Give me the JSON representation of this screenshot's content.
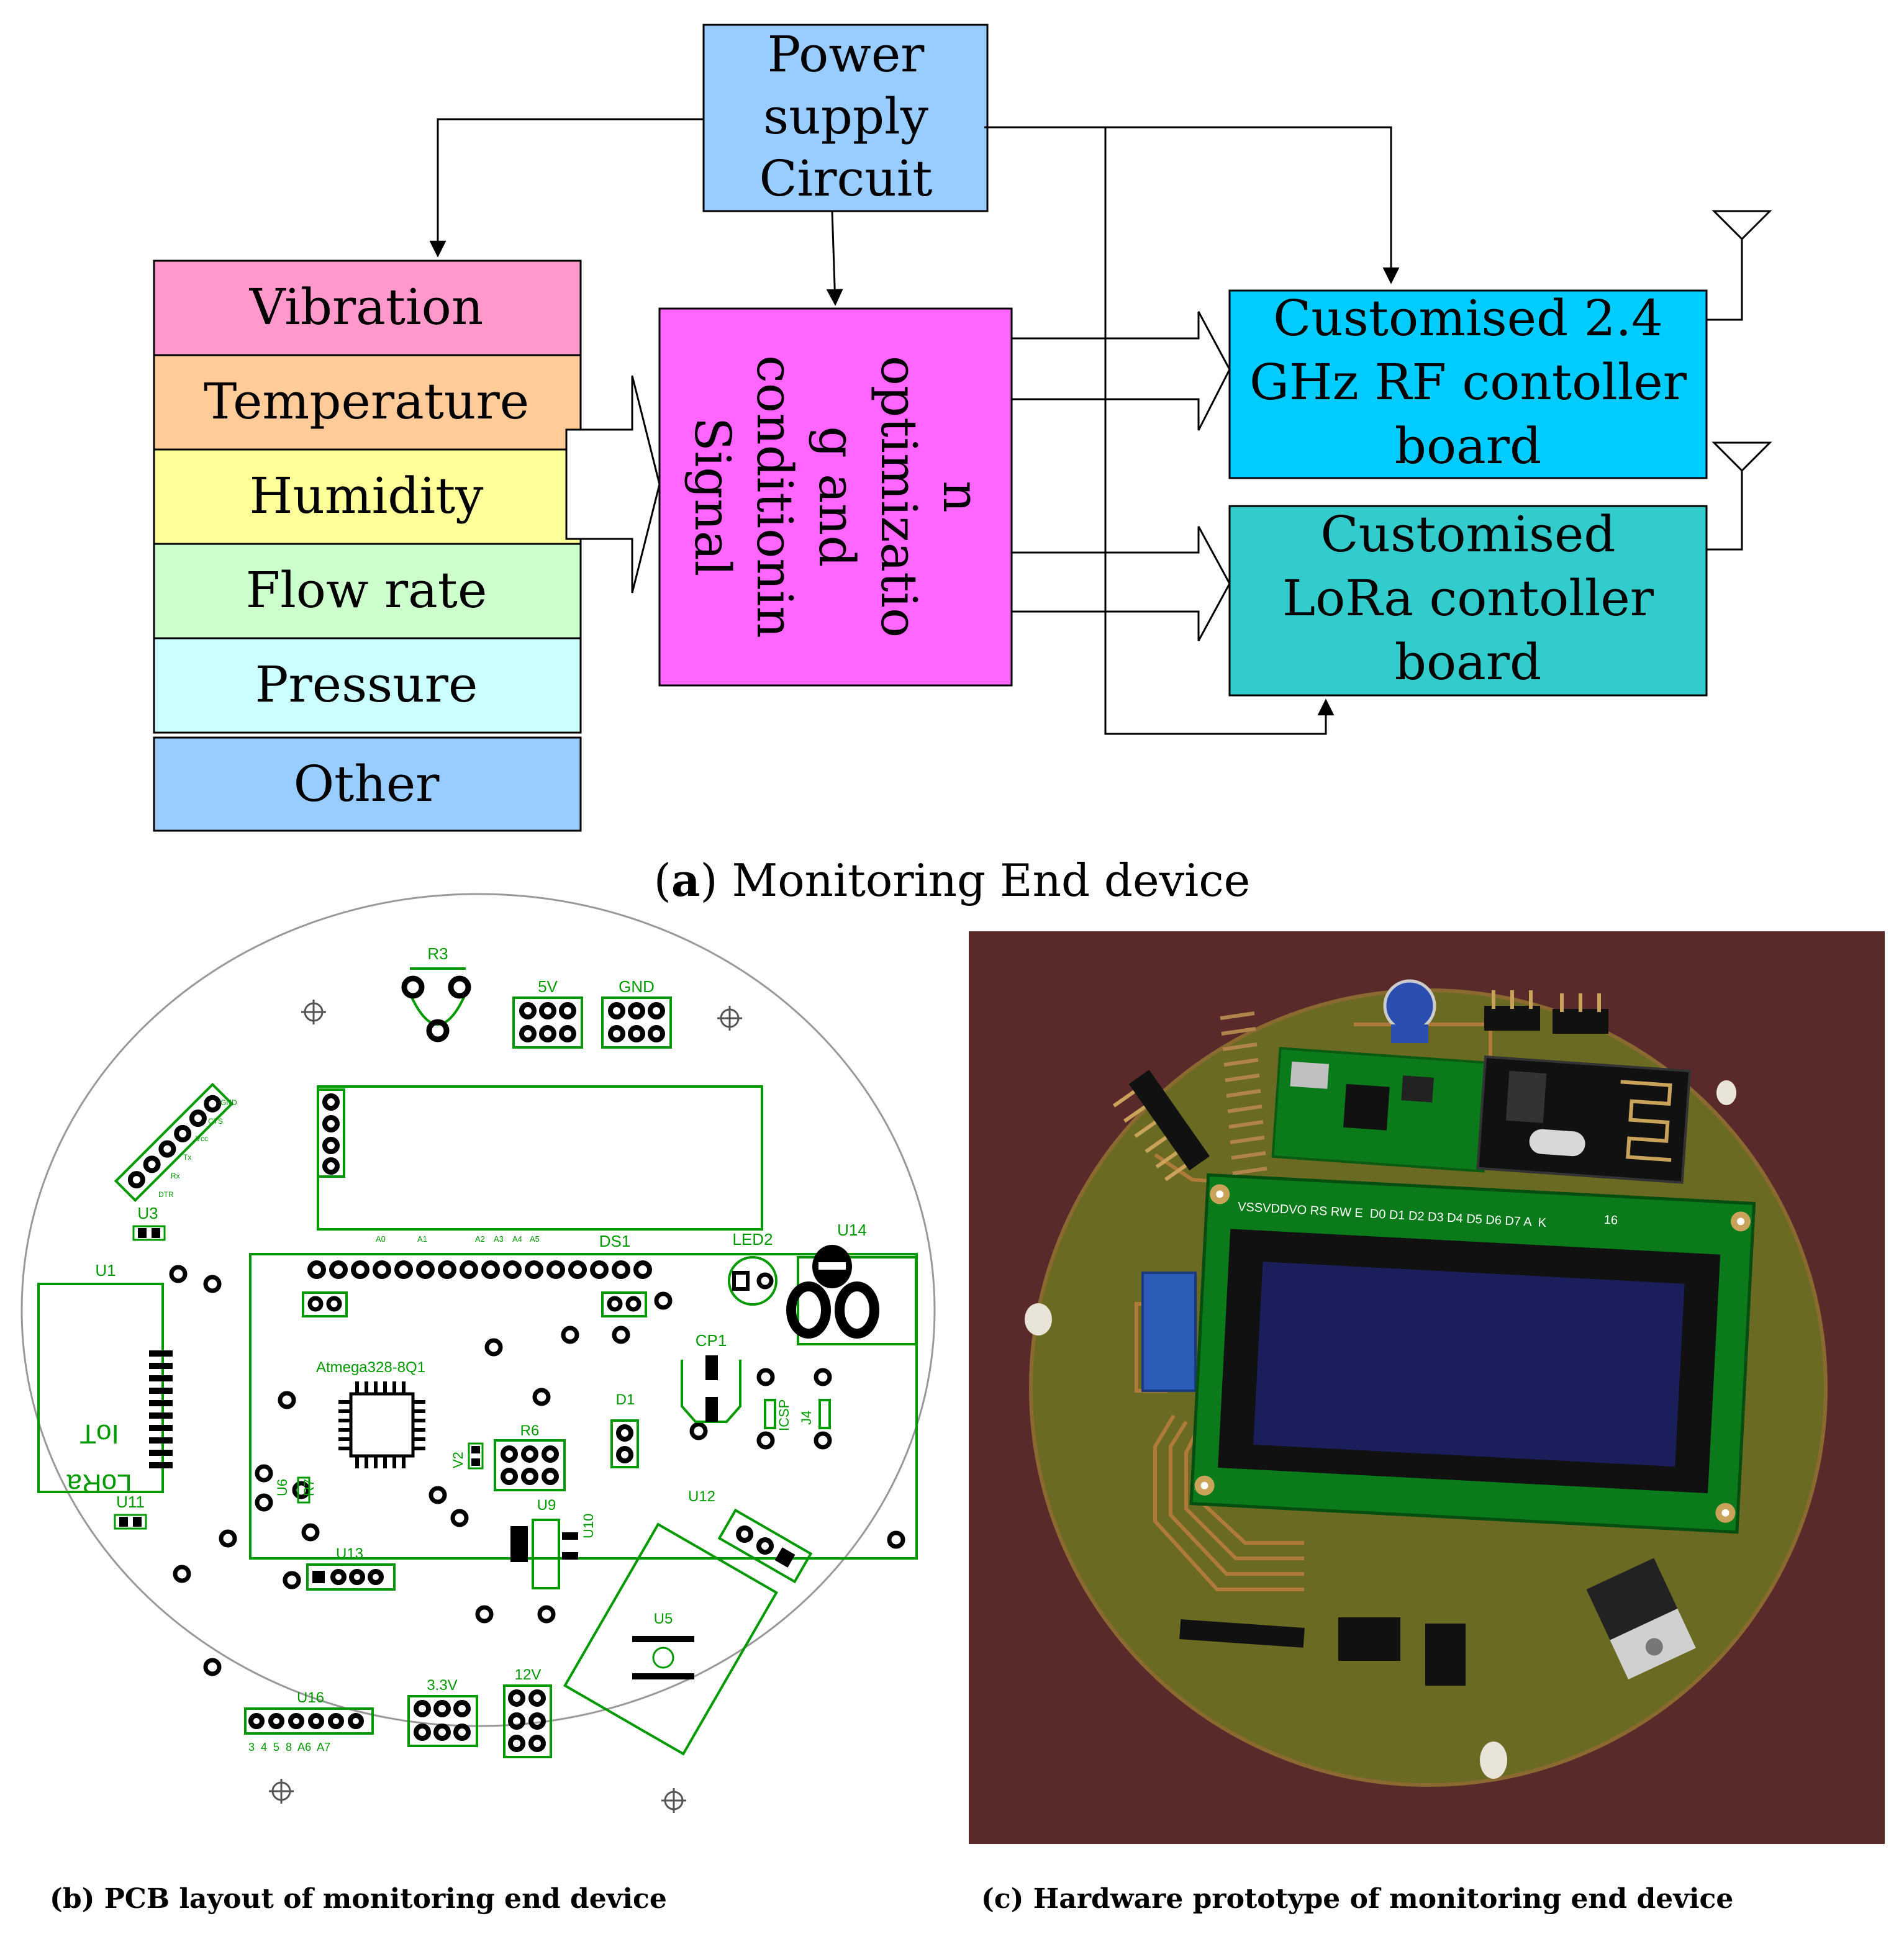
{
  "block_diagram": {
    "power_supply": [
      "Power",
      "supply",
      "Circuit"
    ],
    "sensors": [
      "Vibration",
      "Temperature",
      "Humidity",
      "Flow rate",
      "Pressure",
      "Other"
    ],
    "signal_conditioning": [
      "Signal",
      "conditionin",
      "g and",
      "optimizatio",
      "n"
    ],
    "rf_board": [
      "Customised 2.4",
      "GHz RF contoller",
      "board"
    ],
    "lora_board": [
      "Customised",
      "LoRa contoller",
      "board"
    ],
    "colors": {
      "power": "#99ccff",
      "vibration": "#ff99cc",
      "temperature": "#ffcc99",
      "humidity": "#ffff99",
      "flow_rate": "#ccffcc",
      "pressure": "#ccffff",
      "other": "#99ccff",
      "signal": "#ff66ff",
      "rf": "#00ccff",
      "lora": "#33cccc"
    }
  },
  "captions": {
    "a_letter": "a",
    "a_text": "Monitoring End device",
    "b": "(b) PCB layout of monitoring end device",
    "c": "(c) Hardware prototype of monitoring end device"
  },
  "pcb": {
    "labels": [
      "R3",
      "5V",
      "GND",
      "U3",
      "U1",
      "U11",
      "DS1",
      "LED2",
      "U14",
      "CP1",
      "Atmega328-8Q1",
      "ICSP",
      "J4",
      "R6",
      "D1",
      "V2",
      "U6",
      "R7",
      "U9",
      "U10",
      "U12",
      "U13",
      "U5",
      "U16",
      "3.3V",
      "12V"
    ],
    "lora_text": [
      "IoT",
      "LoRa"
    ],
    "u16_pins": "3  4  5  8  A6  A7",
    "u3_pins": [
      "GND",
      "CTS",
      "Vcc",
      "Tx",
      "Rx",
      "DTR"
    ],
    "ds1_pins": [
      "A0",
      "A1",
      "A2",
      "A3",
      "A4",
      "A5"
    ],
    "line_color": "#009900"
  },
  "photo": {
    "lcd_header": "VSSVDDVO RS RW E  D0 D1 D2 D3 D4 D5 D6 D7 A  K",
    "lcd_pin16": "16",
    "colors": {
      "background": "#5a2a2a",
      "board": "#6b6a22",
      "pcb_green": "#0a7a1a",
      "lcd_screen": "#1a1f5c"
    }
  }
}
